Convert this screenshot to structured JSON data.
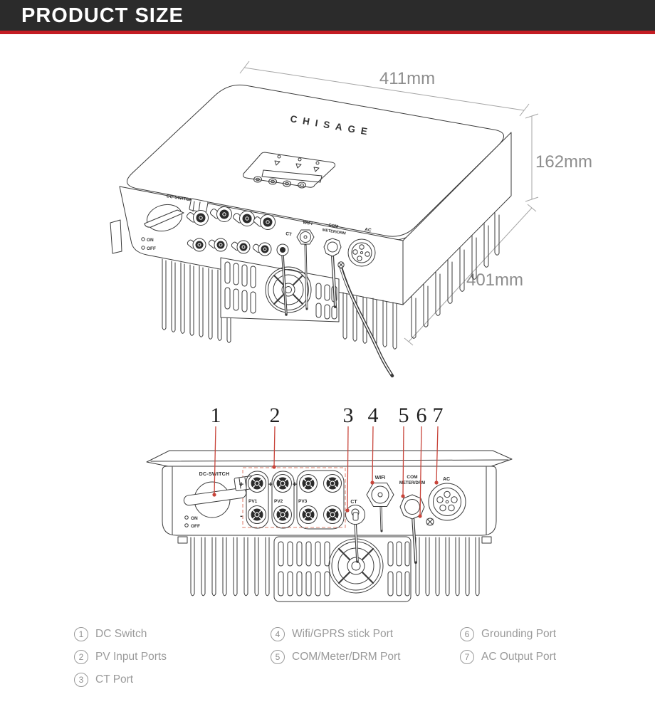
{
  "header": {
    "title": "PRODUCT SIZE"
  },
  "colors": {
    "header_bg": "#2b2b2b",
    "accent_red": "#c41d23",
    "line_art": "#3a3a3a",
    "dimension_text": "#8d8d8d",
    "legend_text": "#9a9a9a",
    "leader_red": "#c8443a",
    "dashed_red": "#e49a8b"
  },
  "iso_view": {
    "brand": "CHISAGE",
    "dims": {
      "width": "411mm",
      "height": "162mm",
      "depth": "401mm"
    },
    "labels": {
      "dc_switch": "DC-SWITCH",
      "on": "ON",
      "off": "OFF",
      "ct": "CT",
      "wifi": "WIFI",
      "com_line1": "COM",
      "com_line2": "METER/DRM",
      "ac": "AC"
    }
  },
  "bottom_view": {
    "callouts": [
      "1",
      "2",
      "3",
      "4",
      "5",
      "6",
      "7"
    ],
    "labels": {
      "dc_switch": "DC-SWITCH",
      "on": "ON",
      "off": "OFF",
      "pv1": "PV1",
      "pv2": "PV2",
      "pv3": "PV3",
      "plus": "+",
      "minus": "-",
      "ct": "CT",
      "wifi": "WIFI",
      "com_line1": "COM",
      "com_line2": "METER/DRM",
      "ac": "AC"
    }
  },
  "legend": {
    "items": [
      {
        "num": "1",
        "label": "DC Switch"
      },
      {
        "num": "2",
        "label": "PV Input Ports"
      },
      {
        "num": "3",
        "label": "CT Port"
      },
      {
        "num": "4",
        "label": "Wifi/GPRS stick Port"
      },
      {
        "num": "5",
        "label": "COM/Meter/DRM Port"
      },
      {
        "num": "6",
        "label": "Grounding Port"
      },
      {
        "num": "7",
        "label": "AC Output Port"
      }
    ]
  }
}
